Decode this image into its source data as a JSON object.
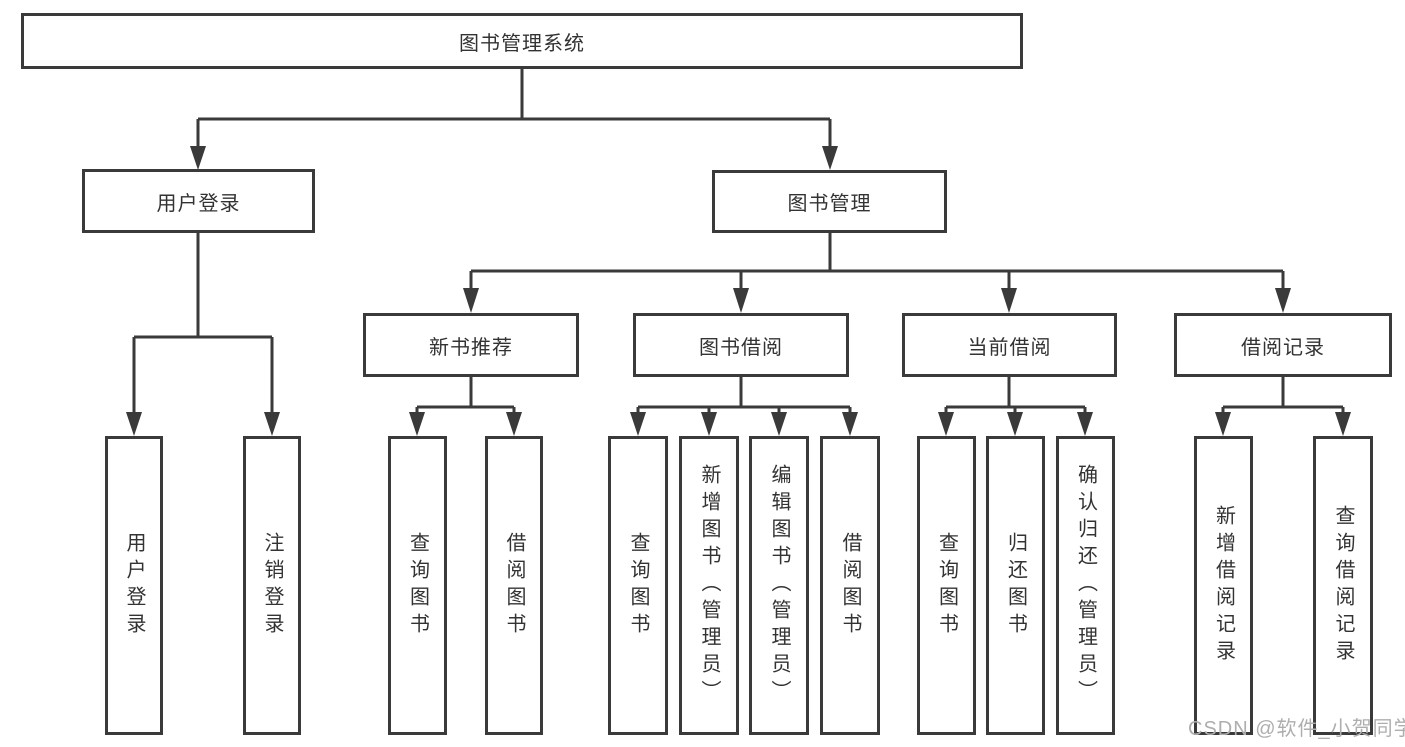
{
  "diagram": {
    "root": {
      "label": "图书管理系统"
    },
    "level2": [
      {
        "label": "用户登录"
      },
      {
        "label": "图书管理"
      }
    ],
    "level3": [
      {
        "label": "新书推荐"
      },
      {
        "label": "图书借阅"
      },
      {
        "label": "当前借阅"
      },
      {
        "label": "借阅记录"
      }
    ],
    "leaves": {
      "userLogin": [
        "用户登录",
        "注销登录"
      ],
      "newBooks": [
        "查询图书",
        "借阅图书"
      ],
      "bookBorrow": [
        "查询图书",
        "新增图书（管理员）",
        "编辑图书（管理员）",
        "借阅图书"
      ],
      "currentBorrow": [
        "查询图书",
        "归还图书",
        "确认归还（管理员）"
      ],
      "borrowRecords": [
        "新增借阅记录",
        "查询借阅记录"
      ]
    },
    "colors": {
      "line": "#3a3a3a",
      "text": "#333333",
      "watermark": "#aeaeae",
      "background": "#ffffff"
    }
  },
  "watermark": {
    "text": "CSDN @软件_小贺同学"
  }
}
